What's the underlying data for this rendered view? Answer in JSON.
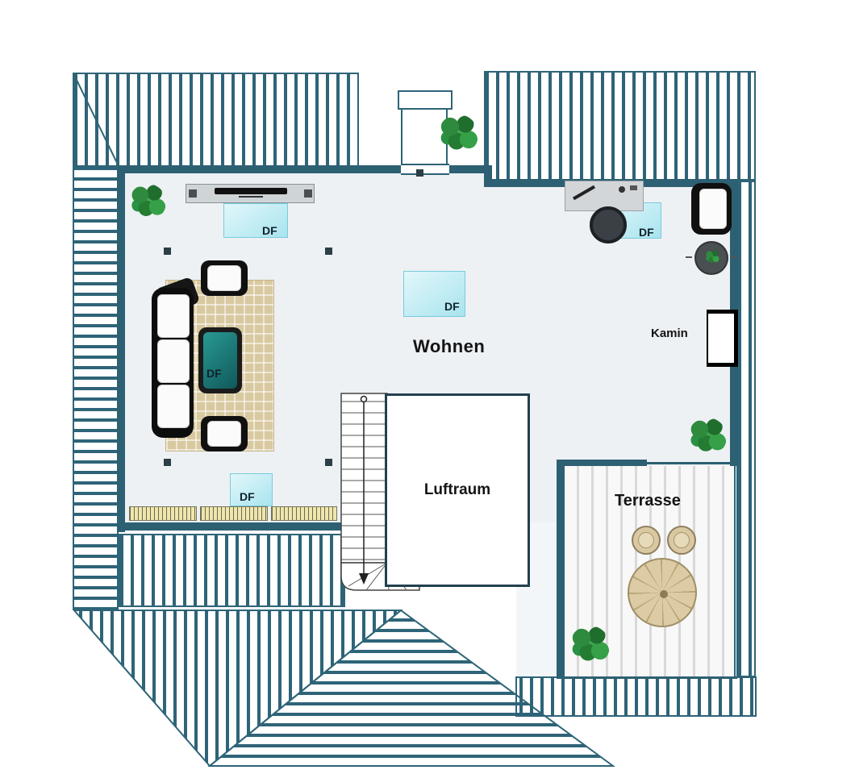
{
  "floorplan": {
    "rooms": [
      {
        "name": "Wohnen"
      },
      {
        "name": "Luftraum"
      },
      {
        "name": "Terrasse"
      }
    ],
    "labels": {
      "fireplace": "Kamin",
      "skylight": "DF"
    },
    "colors": {
      "roof_hatch": "#2e6478",
      "wall": "#2d6073",
      "skylight_fill": "#a9e4ef",
      "floor": "#edf1f4",
      "rug": "#d9c9a0",
      "terrace_wood": "#d9d9d9",
      "parasol": "#d9c8a2",
      "plant_green": "#2e8b3d"
    }
  }
}
